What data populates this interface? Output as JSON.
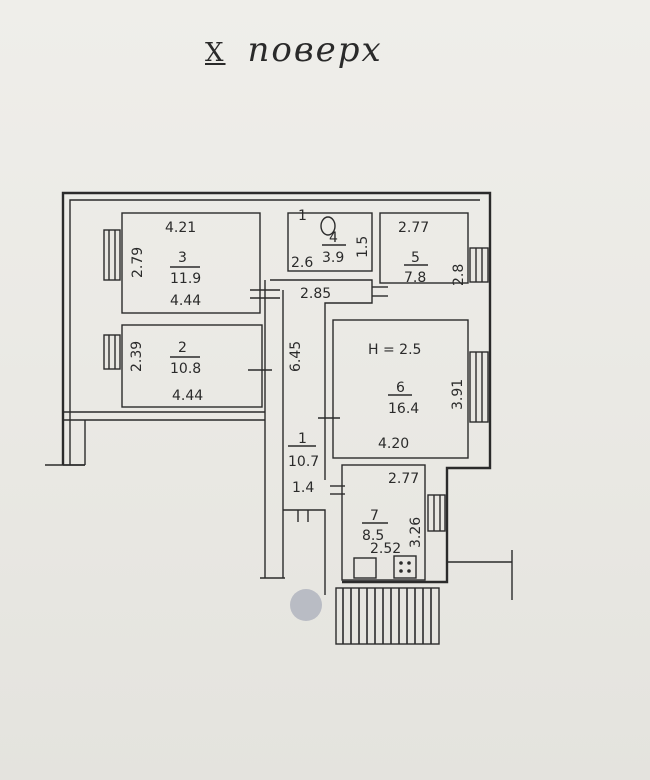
{
  "title": {
    "floor": "X",
    "text": "поверх"
  },
  "rooms": [
    {
      "id": "1",
      "number": "1",
      "area": "10.7"
    },
    {
      "id": "2",
      "number": "2",
      "area": "10.8"
    },
    {
      "id": "3",
      "number": "3",
      "area": "11.9"
    },
    {
      "id": "4",
      "number": "4",
      "area": "3.9"
    },
    {
      "id": "5",
      "number": "5",
      "area": "7.8"
    },
    {
      "id": "6",
      "number": "6",
      "area": "16.4"
    },
    {
      "id": "7",
      "number": "7",
      "area": "8.5"
    }
  ],
  "dimensions": {
    "room3_top": "4.21",
    "room3_side": "2.79",
    "room3_bottom": "4.44",
    "room2_side": "2.39",
    "room2_bottom": "4.44",
    "room4_width": "2.6",
    "room4_side": "1.5",
    "room5_top": "2.77",
    "room5_side": "2.8",
    "hall_top": "2.85",
    "hall_length": "6.45",
    "hall_bottom": "1.4",
    "room6_side": "3.91",
    "room6_bottom": "4.20",
    "room7_top": "2.77",
    "room7_side": "3.26",
    "room7_inner": "2.52"
  },
  "ceiling_height": "H = 2.5",
  "toilet_mark": "1",
  "colors": {
    "ink": "#2b2b2b",
    "paper": "#ecebe6",
    "stair_well": "#b9bcc4"
  }
}
